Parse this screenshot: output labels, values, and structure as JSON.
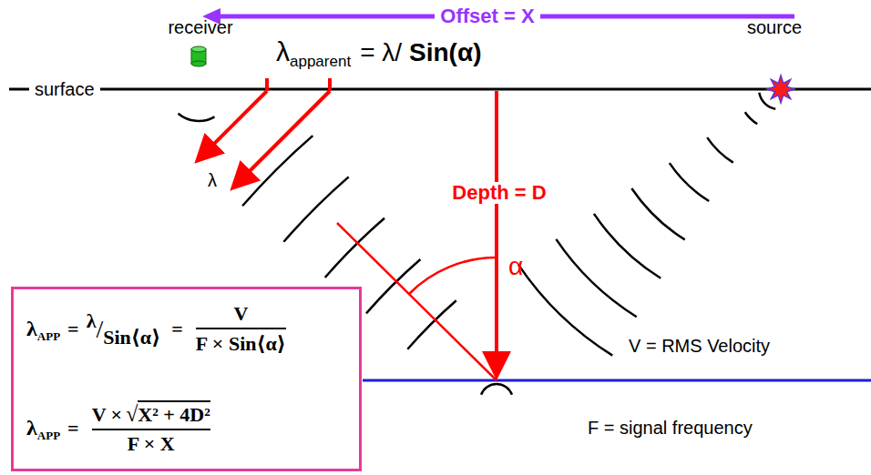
{
  "diagram": {
    "nodes": [
      {
        "text": [
          "λ",
          "APP",
          "=",
          "λ",
          "/",
          "Sin⟨α⟩",
          "=",
          "V",
          "F × Sin⟨α⟩",
          "λ",
          "APP",
          "=",
          "V ×",
          "√",
          "X² + 4D²",
          "F × X"
        ]
      }
    ],
    "labels": [
      "Offset = X",
      "receiver",
      "λ",
      "apparent",
      "= λ/",
      "Sin(α)",
      "source",
      "surface",
      "Depth = D",
      "λ",
      "α",
      "V = RMS Velocity",
      "F = signal frequency"
    ]
  }
}
